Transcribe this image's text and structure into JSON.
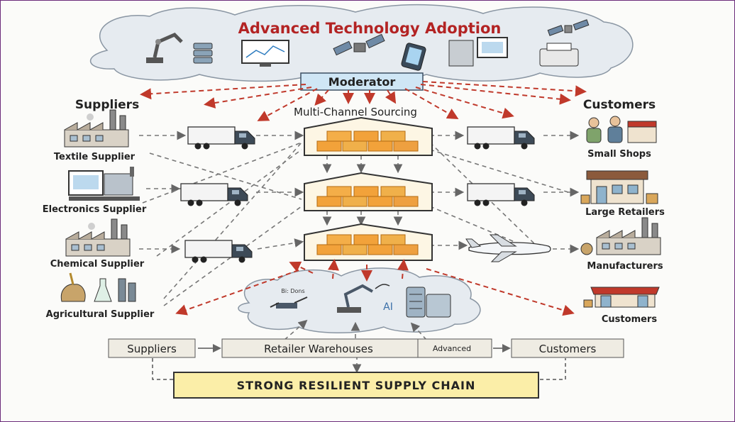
{
  "title": "Advanced Technology Adoption",
  "moderator": "Moderator",
  "hub_label": "Multi-Channel Sourcing",
  "suppliers_heading": "Suppliers",
  "customers_heading": "Customers",
  "suppliers": [
    {
      "label": "Textile Supplier"
    },
    {
      "label": "Electronics Supplier"
    },
    {
      "label": "Chemical Supplier"
    },
    {
      "label": "Agricultural Supplier"
    }
  ],
  "customers": [
    {
      "label": "Small Shops"
    },
    {
      "label": "Large Retailers"
    },
    {
      "label": "Manufacturers"
    },
    {
      "label": "Customers"
    }
  ],
  "tech_cloud_text": {
    "drone": "Bi: Dons",
    "ai": "AI"
  },
  "flow": {
    "suppliers": "Suppliers",
    "warehouses": "Retailer Warehouses",
    "advanced": "Advanced",
    "customers": "Customers"
  },
  "banner": "STRONG RESILIENT SUPPLY CHAIN",
  "colors": {
    "title_red": "#b32323",
    "arrow_red": "#c0392b",
    "moderator_blue": "#cfe6f5",
    "crate_orange": "#f2a23a",
    "banner_yellow": "#fbeea8",
    "frame_purple": "#6b2c7a"
  }
}
